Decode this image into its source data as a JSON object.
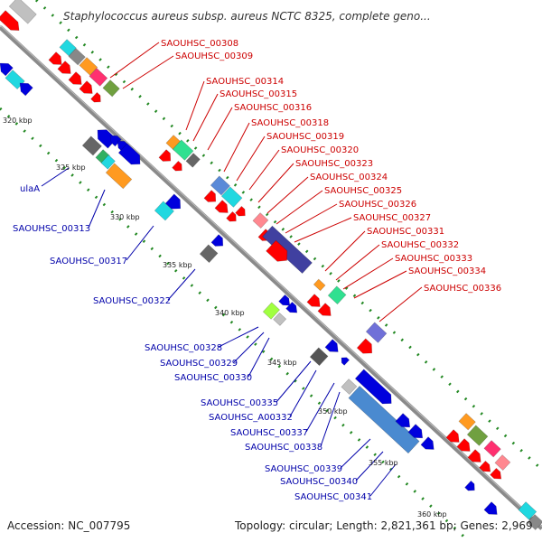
{
  "header": {
    "title": "Staphylococcus aureus subsp. aureus NCTC 8325, complete geno..."
  },
  "footer": {
    "accession": "Accession: NC_007795",
    "topology": "Topology: circular; Length: 2,821,361 bp; Genes: 2,969"
  },
  "kbp_ticks": [
    "320 kbp",
    "325 kbp",
    "330 kbp",
    "335 kbp",
    "340 kbp",
    "345 kbp",
    "350 kbp",
    "355 kbp",
    "360 kbp"
  ],
  "labels_red": [
    "SAOUHSC_00308",
    "SAOUHSC_00309",
    "SAOUHSC_00314",
    "SAOUHSC_00315",
    "SAOUHSC_00316",
    "SAOUHSC_00318",
    "SAOUHSC_00319",
    "SAOUHSC_00320",
    "SAOUHSC_00323",
    "SAOUHSC_00324",
    "SAOUHSC_00325",
    "SAOUHSC_00326",
    "SAOUHSC_00327",
    "SAOUHSC_00331",
    "SAOUHSC_00332",
    "SAOUHSC_00333",
    "SAOUHSC_00334",
    "SAOUHSC_00336"
  ],
  "labels_blue": [
    "ulaA",
    "SAOUHSC_00313",
    "SAOUHSC_00317",
    "SAOUHSC_00322",
    "SAOUHSC_00328",
    "SAOUHSC_00329",
    "SAOUHSC_00330",
    "SAOUHSC_00335",
    "SAOUHSC_A00332",
    "SAOUHSC_00337",
    "SAOUHSC_00338",
    "SAOUHSC_00339",
    "SAOUHSC_00340",
    "SAOUHSC_00341"
  ],
  "colors": {
    "forward_gene": "#ff0000",
    "reverse_gene": "#0000dd",
    "label_forward": "#cc0000",
    "label_reverse": "#0000aa",
    "backbone": "#888888",
    "tick_dots": "#228822"
  }
}
